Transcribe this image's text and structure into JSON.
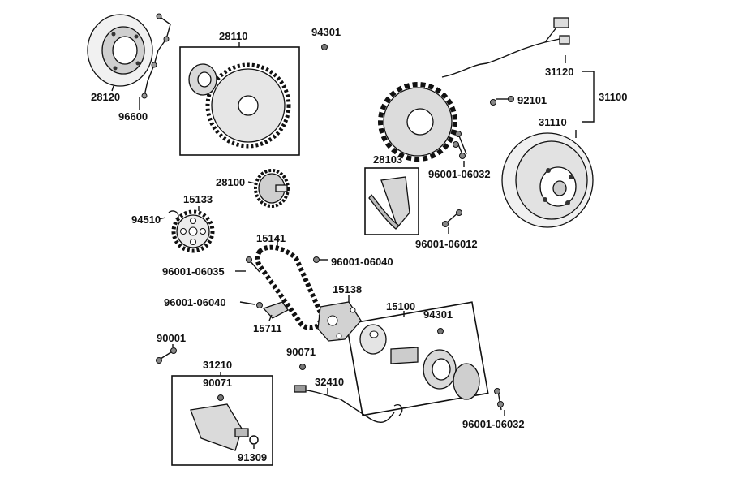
{
  "diagram": {
    "labels": {
      "p28120": "28120",
      "p96600": "96600",
      "p28110": "28110",
      "p94301_top": "94301",
      "p31120": "31120",
      "p31100": "31100",
      "p92101": "92101",
      "p31110": "31110",
      "p28103": "28103",
      "p96001_06032_a": "96001-06032",
      "p28100": "28100",
      "p15133": "15133",
      "p94510": "94510",
      "p96001_06012": "96001-06012",
      "p15141": "15141",
      "p96001_06040_a": "96001-06040",
      "p96001_06035": "96001-06035",
      "p15138": "15138",
      "p96001_06040_b": "96001-06040",
      "p15100": "15100",
      "p94301_mid": "94301",
      "p15711": "15711",
      "p90001": "90001",
      "p90071_a": "90071",
      "p31210": "31210",
      "p90071_b": "90071",
      "p32410": "32410",
      "p96001_06032_b": "96001-06032",
      "p91309": "91309"
    }
  }
}
